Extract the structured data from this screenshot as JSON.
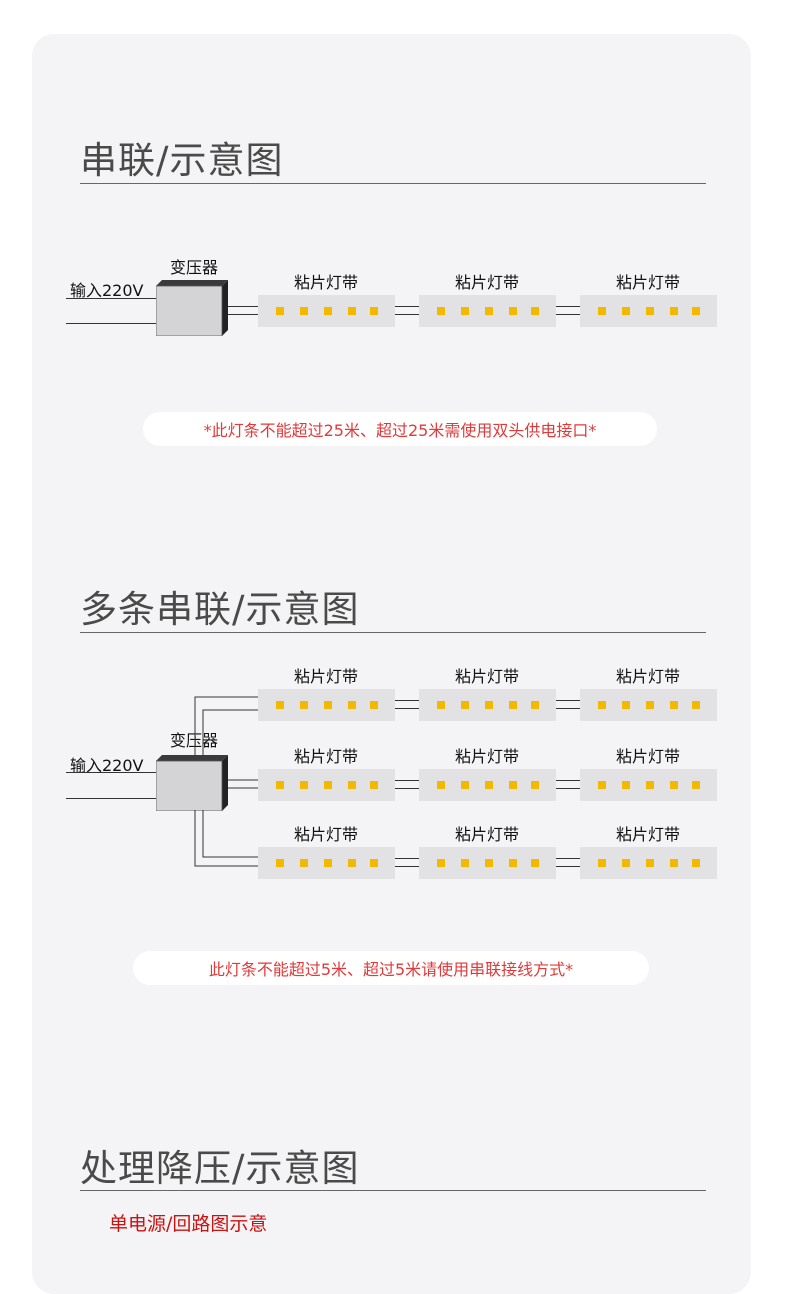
{
  "section1": {
    "title": "串联/示意图",
    "input_label": "输入220V",
    "transformer_label": "变压器",
    "strip_labels": [
      "粘片灯带",
      "粘片灯带",
      "粘片灯带"
    ],
    "note": "*此灯条不能超过25米、超过25米需使用双头供电接口*"
  },
  "section2": {
    "title": "多条串联/示意图",
    "input_label": "输入220V",
    "transformer_label": "变压器",
    "rows": [
      {
        "strip_labels": [
          "粘片灯带",
          "粘片灯带",
          "粘片灯带"
        ]
      },
      {
        "strip_labels": [
          "粘片灯带",
          "粘片灯带",
          "粘片灯带"
        ]
      },
      {
        "strip_labels": [
          "粘片灯带",
          "粘片灯带",
          "粘片灯带"
        ]
      }
    ],
    "note": "此灯条不能超过5米、超过5米请使用串联接线方式*"
  },
  "section3": {
    "title": "处理降压/示意图",
    "subtitle": "单电源/回路图示意"
  },
  "colors": {
    "led": "#f5b800",
    "note_text": "#e03a3a",
    "subtitle_text": "#cc1111",
    "card_bg": "#f4f4f6",
    "strip_bg": "#e2e2e4"
  }
}
